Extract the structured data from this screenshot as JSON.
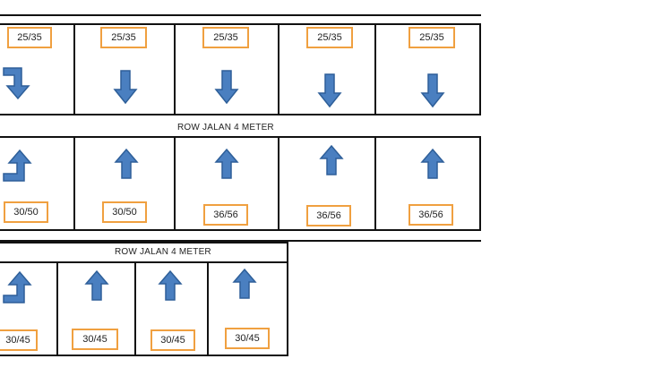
{
  "top_row": {
    "plots": [
      {
        "size": "25/35",
        "arrow": "turn-down-icon"
      },
      {
        "size": "25/35",
        "arrow": "down-arrow-icon"
      },
      {
        "size": "25/35",
        "arrow": "down-arrow-icon"
      },
      {
        "size": "25/35",
        "arrow": "down-arrow-icon"
      },
      {
        "size": "25/35",
        "arrow": "down-arrow-icon"
      }
    ]
  },
  "road_1": {
    "label": "ROW JALAN 4 METER"
  },
  "middle_row": {
    "plots": [
      {
        "size": "30/50",
        "arrow": "turn-up-icon"
      },
      {
        "size": "30/50",
        "arrow": "up-arrow-icon"
      },
      {
        "size": "36/56",
        "arrow": "up-arrow-icon"
      },
      {
        "size": "36/56",
        "arrow": "up-arrow-icon"
      },
      {
        "size": "36/56",
        "arrow": "up-arrow-icon"
      }
    ]
  },
  "road_2": {
    "label": "ROW JALAN 4 METER"
  },
  "bottom_row": {
    "plots": [
      {
        "size": "30/45",
        "arrow": "turn-up-icon"
      },
      {
        "size": "30/45",
        "arrow": "up-arrow-icon"
      },
      {
        "size": "30/45",
        "arrow": "up-arrow-icon"
      },
      {
        "size": "30/45",
        "arrow": "up-arrow-icon"
      }
    ]
  },
  "colors": {
    "arrow_fill": "#4a7fc0",
    "arrow_stroke": "#2e5f99",
    "tag_border": "#f0a040"
  }
}
